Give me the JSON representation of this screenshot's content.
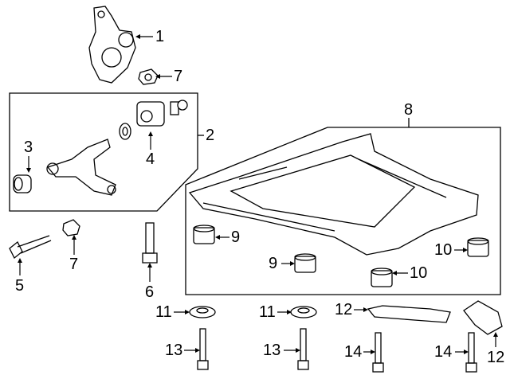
{
  "callouts": [
    {
      "id": "c1",
      "text": "1"
    },
    {
      "id": "c7a",
      "text": "7"
    },
    {
      "id": "c2",
      "text": "2"
    },
    {
      "id": "c3",
      "text": "3"
    },
    {
      "id": "c4",
      "text": "4"
    },
    {
      "id": "c8",
      "text": "8"
    },
    {
      "id": "c5",
      "text": "5"
    },
    {
      "id": "c7b",
      "text": "7"
    },
    {
      "id": "c6",
      "text": "6"
    },
    {
      "id": "c9a",
      "text": "9"
    },
    {
      "id": "c9b",
      "text": "9"
    },
    {
      "id": "c10a",
      "text": "10"
    },
    {
      "id": "c10b",
      "text": "10"
    },
    {
      "id": "c11a",
      "text": "11"
    },
    {
      "id": "c11b",
      "text": "11"
    },
    {
      "id": "c12a",
      "text": "12"
    },
    {
      "id": "c12b",
      "text": "12"
    },
    {
      "id": "c13a",
      "text": "13"
    },
    {
      "id": "c13b",
      "text": "13"
    },
    {
      "id": "c14a",
      "text": "14"
    },
    {
      "id": "c14b",
      "text": "14"
    }
  ]
}
